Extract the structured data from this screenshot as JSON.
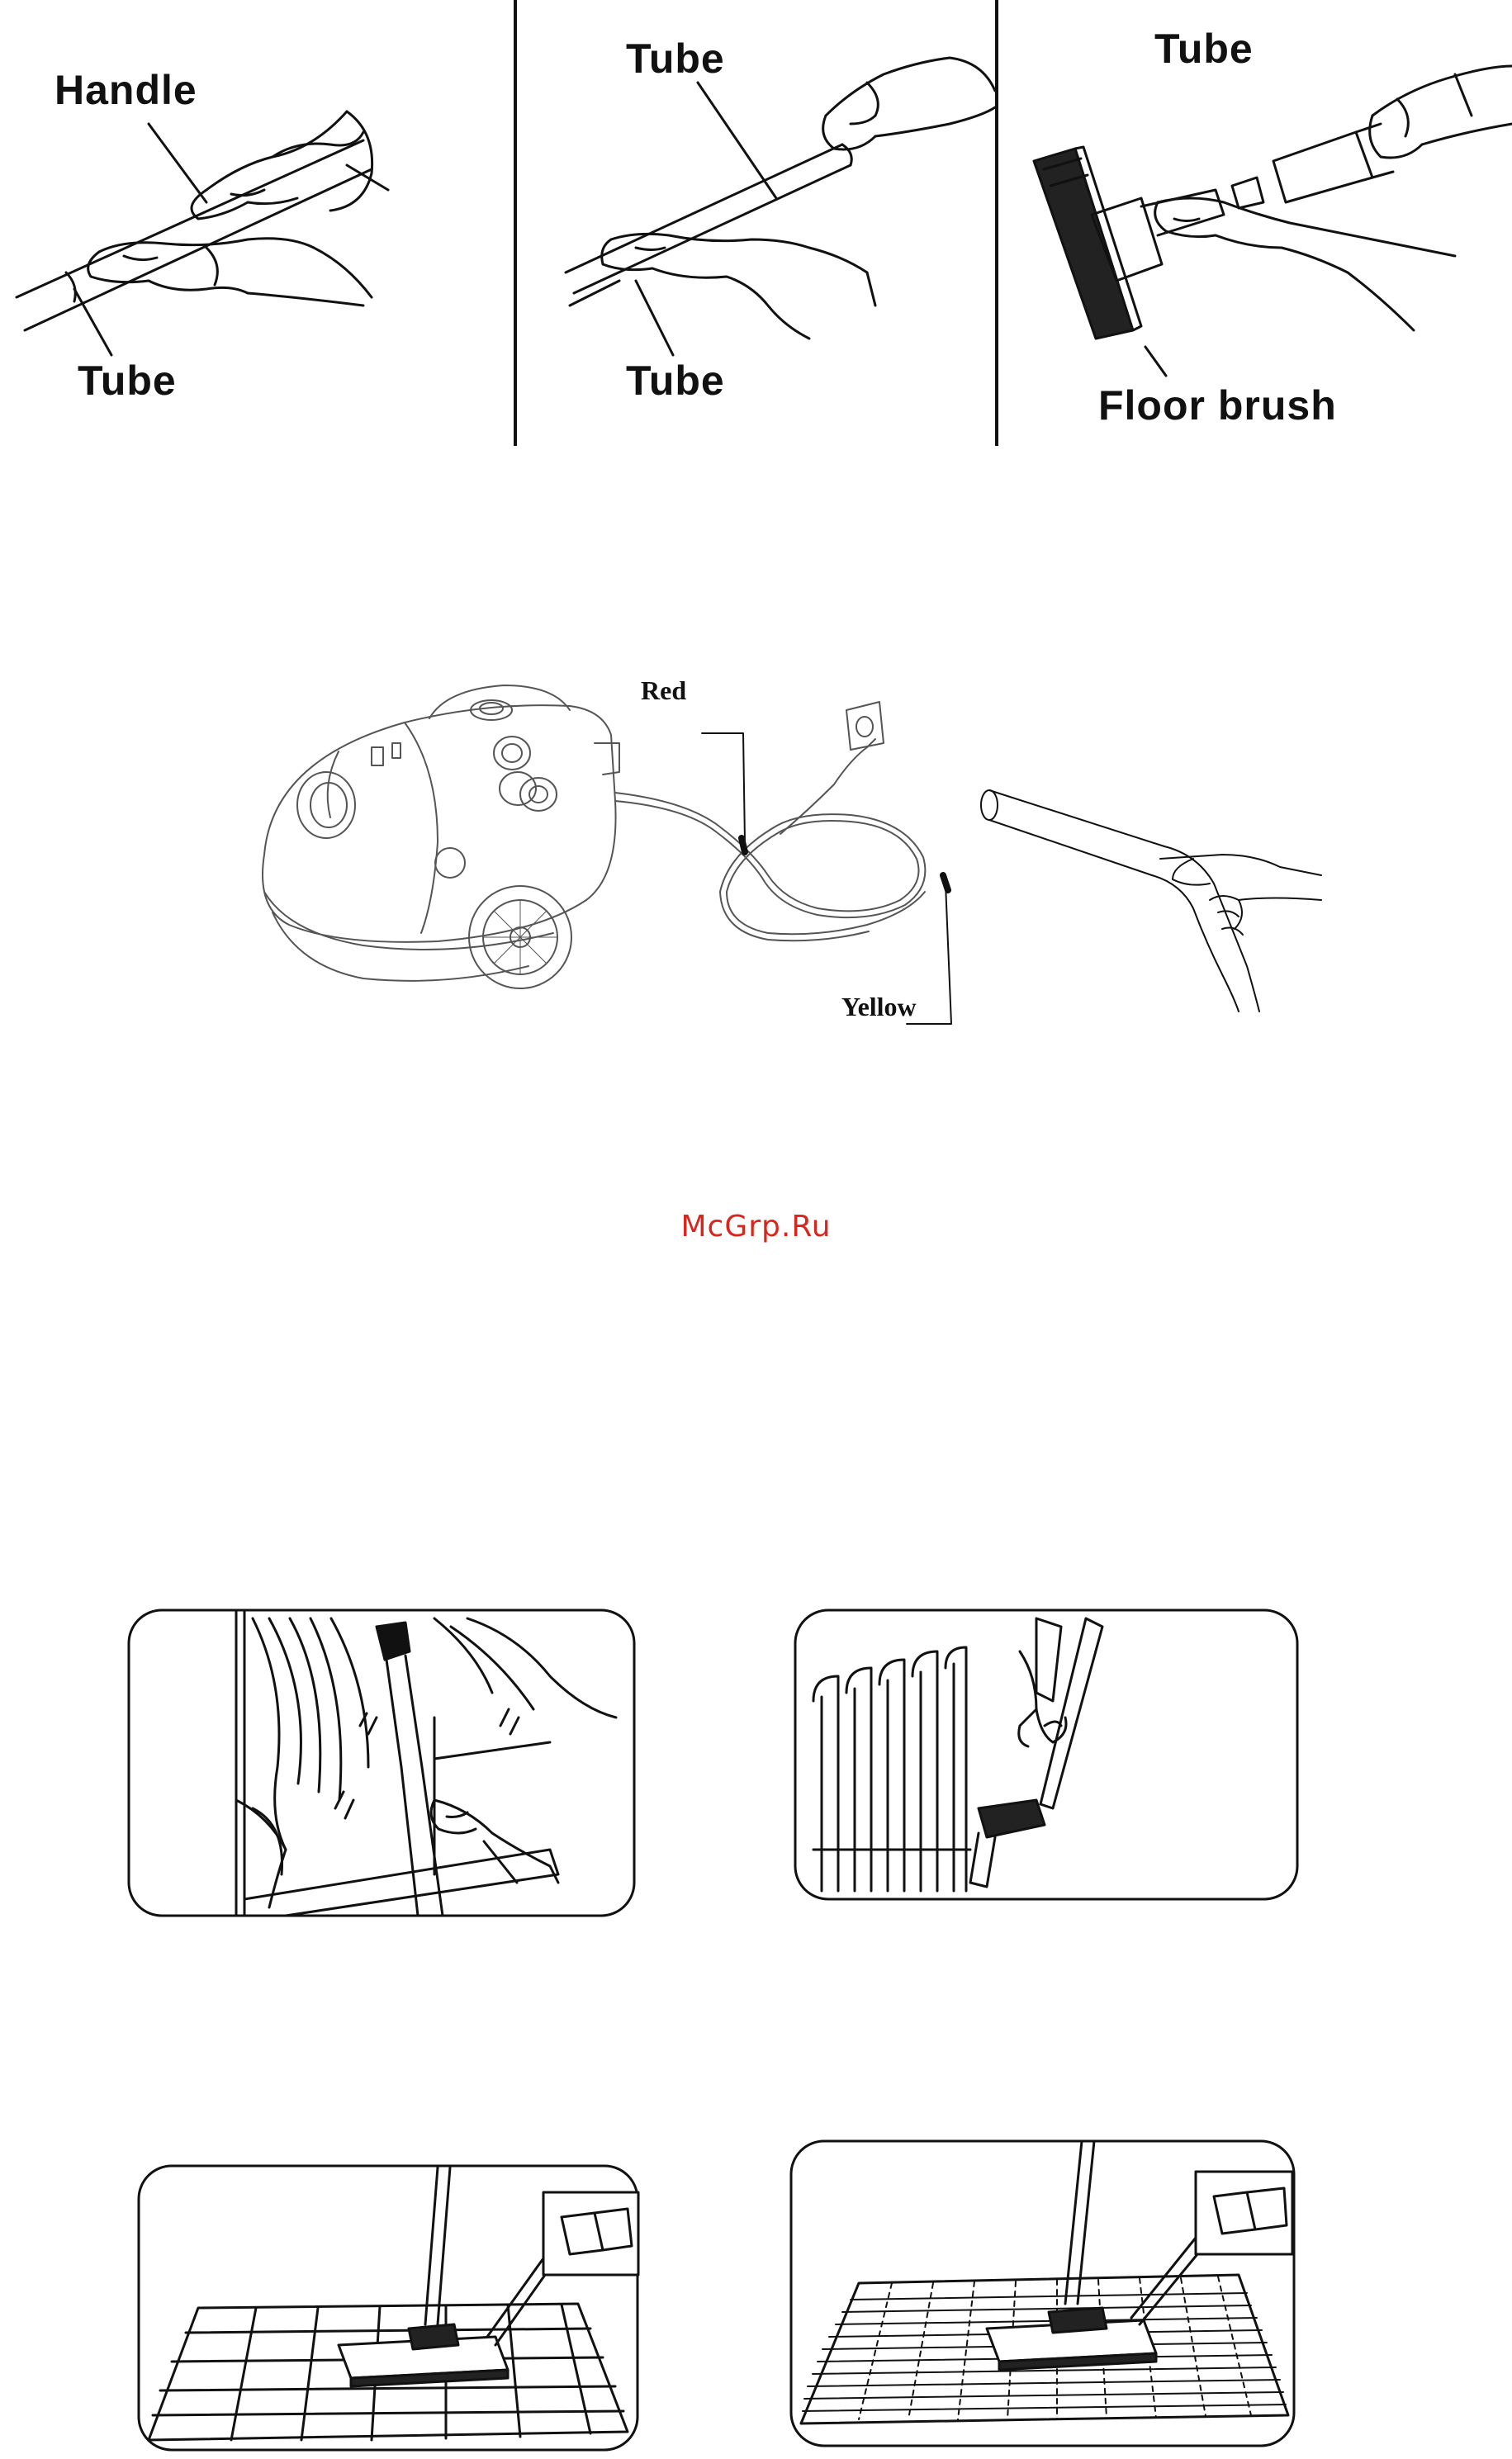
{
  "top_panels": {
    "panel1": {
      "label_handle": "Handle",
      "label_tube": "Tube"
    },
    "panel2": {
      "label_tube_top": "Tube",
      "label_tube_bottom": "Tube"
    },
    "panel3": {
      "label_tube": "Tube",
      "label_floor_brush": "Floor brush"
    }
  },
  "hose_diagram": {
    "label_red": "Red",
    "label_yellow": "Yellow"
  },
  "watermark": {
    "text": "McGrp.Ru",
    "color": "#d9261c"
  },
  "illustrations": [
    {
      "icon": "curtain-cleaning-illustration"
    },
    {
      "icon": "radiator-cleaning-illustration"
    },
    {
      "icon": "tile-floor-cleaning-illustration"
    },
    {
      "icon": "carpet-cleaning-illustration"
    }
  ]
}
